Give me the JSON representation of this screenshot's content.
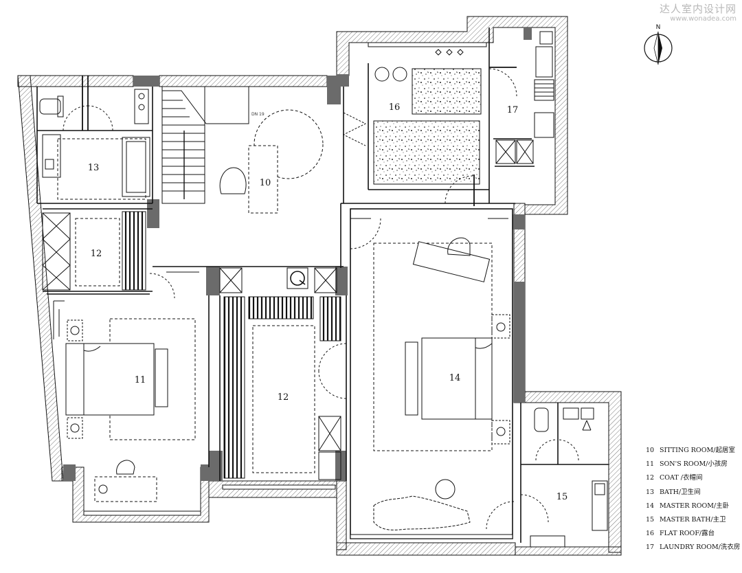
{
  "watermark": {
    "line1": "达人室内设计网",
    "line2": "www.wonadea.com"
  },
  "compass": {
    "north_label": "N"
  },
  "stair_note": "DN 19",
  "room_labels": [
    {
      "id": "10",
      "text": "10"
    },
    {
      "id": "11",
      "text": "11"
    },
    {
      "id": "12a",
      "text": "12"
    },
    {
      "id": "12b",
      "text": "12"
    },
    {
      "id": "13",
      "text": "13"
    },
    {
      "id": "14",
      "text": "14"
    },
    {
      "id": "15",
      "text": "15"
    },
    {
      "id": "16",
      "text": "16"
    },
    {
      "id": "17",
      "text": "17"
    }
  ],
  "legend": [
    {
      "num": "10",
      "text": "SITTING ROOM/起居室"
    },
    {
      "num": "11",
      "text": "SON'S ROOM/小孩房"
    },
    {
      "num": "12",
      "text": "COAT /衣帽间"
    },
    {
      "num": "13",
      "text": "BATH/卫生间"
    },
    {
      "num": "14",
      "text": "MASTER ROOM/主卧"
    },
    {
      "num": "15",
      "text": "MASTER BATH/主卫"
    },
    {
      "num": "16",
      "text": "FLAT ROOF/露台"
    },
    {
      "num": "17",
      "text": "LAUNDRY ROOM/洗衣房"
    }
  ]
}
